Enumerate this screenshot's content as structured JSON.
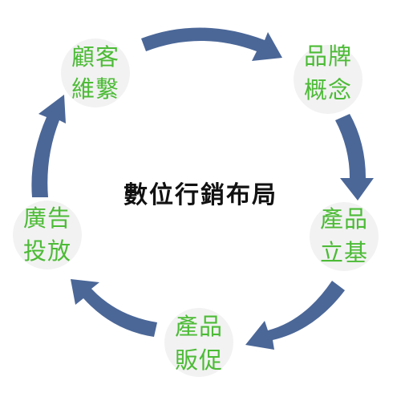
{
  "title": "數位行銷布局",
  "colors": {
    "arrow": "#4b6798",
    "node_background": "#f2f2f2",
    "node_text": "#4cbb36",
    "title_text": "#111111"
  },
  "steps": [
    {
      "line1": "顧客",
      "line2": "維繫"
    },
    {
      "line1": "品牌",
      "line2": "概念"
    },
    {
      "line1": "產品",
      "line2": "立基"
    },
    {
      "line1": "產品",
      "line2": "販促"
    },
    {
      "line1": "廣告",
      "line2": "投放"
    }
  ]
}
